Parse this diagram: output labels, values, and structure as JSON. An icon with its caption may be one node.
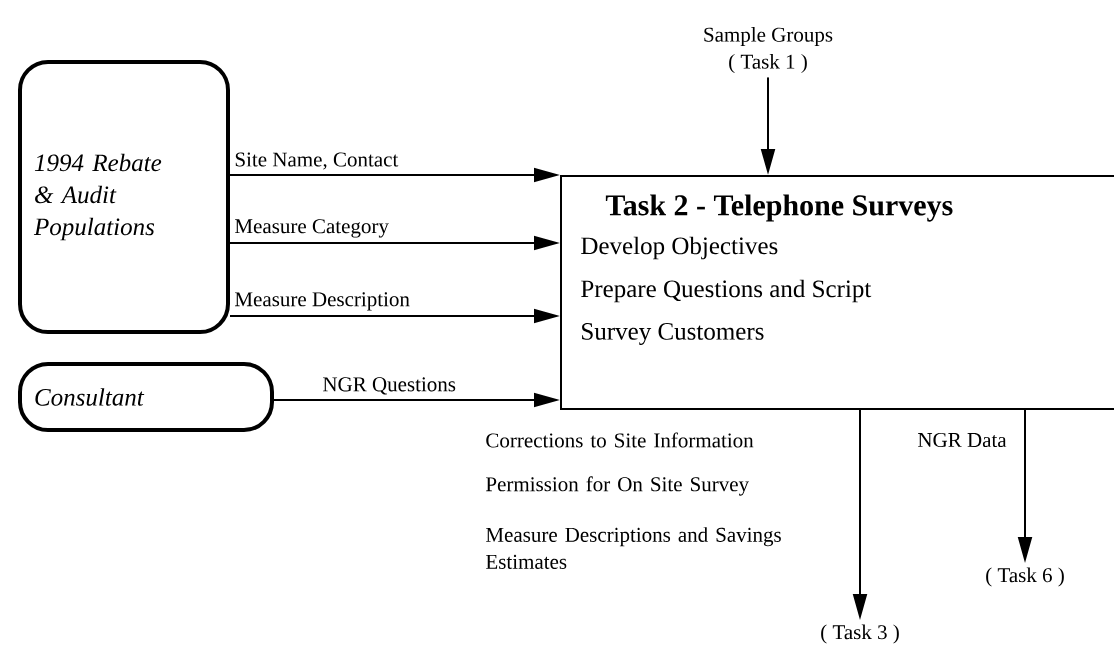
{
  "diagram": {
    "nodes": [
      {
        "text": [
          "1994 Rebate & Audit Populations"
        ]
      },
      {
        "text": [
          "Consultant"
        ]
      },
      {
        "text": [
          "Task 2 - Telephone Surveys",
          "Develop Objectives",
          "Prepare Questions and Script",
          "Survey Customers"
        ]
      },
      {
        "text": [
          "Sample Groups",
          "( Task 1 )"
        ]
      },
      {
        "text": [
          "( Task 3 )"
        ]
      },
      {
        "text": [
          "( Task 6 )"
        ]
      }
    ],
    "edges": [
      {
        "from": 3,
        "to": 2,
        "arrow": "to"
      },
      {
        "from": 0,
        "to": 2,
        "arrow": "to",
        "label": "Site Name, Contact"
      },
      {
        "from": 0,
        "to": 2,
        "arrow": "to",
        "label": "Measure Category"
      },
      {
        "from": 0,
        "to": 2,
        "arrow": "to",
        "label": "Measure Description"
      },
      {
        "from": 1,
        "to": 2,
        "arrow": "to",
        "label": "NGR Questions"
      },
      {
        "from": 2,
        "to": 4,
        "arrow": "to"
      },
      {
        "from": 2,
        "to": 5,
        "arrow": "to",
        "label": "NGR Data"
      }
    ],
    "labels": [
      "Corrections to Site Information",
      "Permission for On Site Survey",
      "Measure Descriptions and Savings Estimates"
    ]
  }
}
